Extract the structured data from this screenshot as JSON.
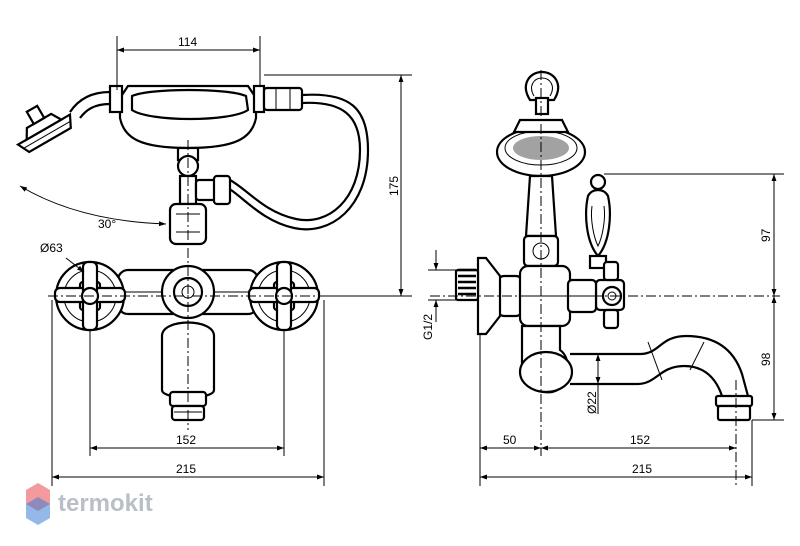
{
  "drawing": {
    "front_view": {
      "dim_top_width": "114",
      "dim_height": "175",
      "dim_angle": "30°",
      "dim_diameter": "Ø63",
      "dim_centers": "152",
      "dim_overall_width": "215"
    },
    "side_view": {
      "dim_upper": "97",
      "dim_lower": "98",
      "dim_thread": "G1/2",
      "dim_spout_diameter": "Ø22",
      "dim_offset": "50",
      "dim_spout_reach": "152",
      "dim_overall_depth": "215"
    }
  },
  "brand": {
    "name": "termokit",
    "colors": [
      "#e8474c",
      "#3c7fd6",
      "#b9bfc7"
    ]
  }
}
